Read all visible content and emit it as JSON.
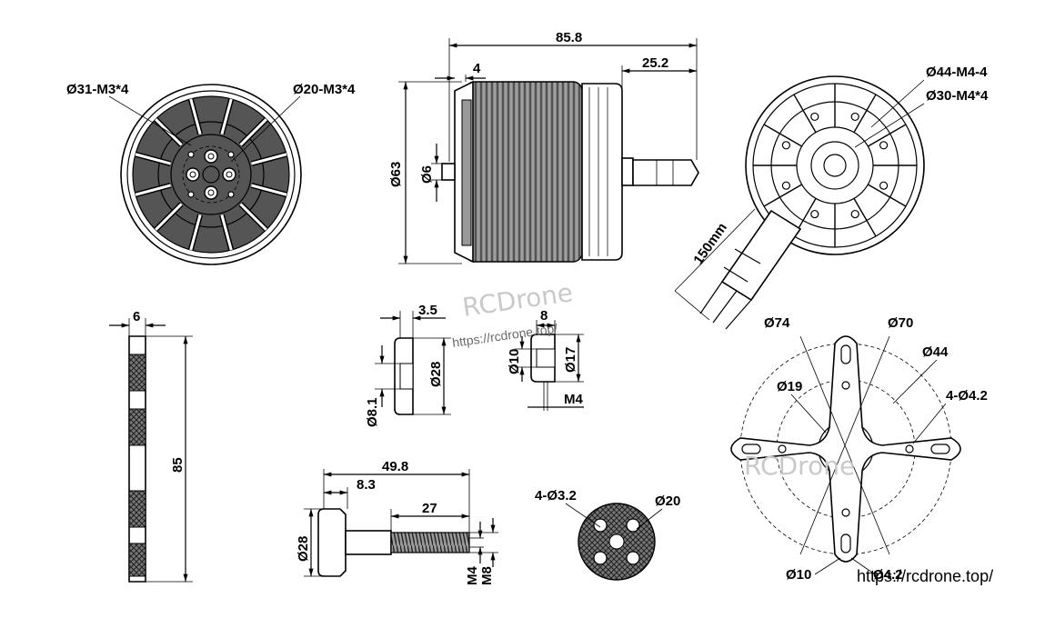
{
  "watermark": {
    "brand": "RCDrone",
    "url": "https://rcdrone.top/"
  },
  "front_view": {
    "label_outer_holes": "Ø31-M3*4",
    "label_inner_holes": "Ø20-M3*4"
  },
  "side_view": {
    "total_length": "85.8",
    "shaft_length": "25.2",
    "flange_thickness": "4",
    "diameter": "Ø63",
    "shaft_diameter": "Ø6"
  },
  "rear_view": {
    "label_outer_holes": "Ø44-M4-4",
    "label_inner_holes": "Ø30-M4*4",
    "lead_length": "150mm"
  },
  "side_plate": {
    "thickness": "6",
    "length": "85"
  },
  "washer": {
    "thickness": "3.5",
    "diameter": "Ø28",
    "hole": "Ø8.1"
  },
  "nut": {
    "length": "8",
    "inner_diameter": "Ø10",
    "outer_diameter": "Ø17",
    "thread": "M4"
  },
  "prop_adapter": {
    "total_length": "49.8",
    "head_length": "8.3",
    "thread_length": "27",
    "head_diameter": "Ø28",
    "thread_m4": "M4",
    "thread_m8": "M8"
  },
  "disc": {
    "holes": "4-Ø3.2",
    "diameter": "Ø20"
  },
  "x_mount": {
    "d74": "Ø74",
    "d70": "Ø70",
    "d44": "Ø44",
    "holes": "4-Ø4.2",
    "d19": "Ø19",
    "d10": "Ø10",
    "d42": "Ø4.2"
  }
}
